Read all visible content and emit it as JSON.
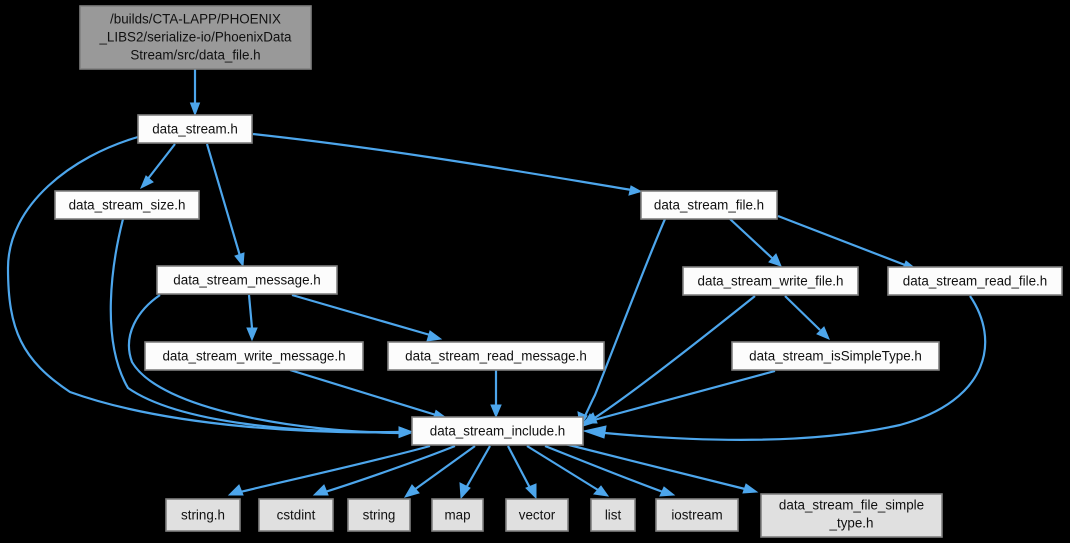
{
  "diagram": {
    "type": "include-dependency-graph",
    "background_color": "#000000",
    "edge_color": "#4da6ec",
    "node_border_color": "#808080",
    "node_fill_default": "#fcfcfc",
    "node_fill_leaf": "#e0e0e0",
    "node_fill_root": "#999999",
    "nodes": {
      "root": {
        "line1": "/builds/CTA-LAPP/PHOENIX",
        "line2": "_LIBS2/serialize-io/PhoenixData",
        "line3": "Stream/src/data_file.h"
      },
      "data_stream": {
        "label": "data_stream.h"
      },
      "data_stream_size": {
        "label": "data_stream_size.h"
      },
      "data_stream_file": {
        "label": "data_stream_file.h"
      },
      "data_stream_message": {
        "label": "data_stream_message.h"
      },
      "data_stream_write_file": {
        "label": "data_stream_write_file.h"
      },
      "data_stream_read_file": {
        "label": "data_stream_read_file.h"
      },
      "data_stream_write_message": {
        "label": "data_stream_write_message.h"
      },
      "data_stream_read_message": {
        "label": "data_stream_read_message.h"
      },
      "data_stream_isSimpleType": {
        "label": "data_stream_isSimpleType.h"
      },
      "data_stream_include": {
        "label": "data_stream_include.h"
      },
      "string_h": {
        "label": "string.h"
      },
      "cstdint": {
        "label": "cstdint"
      },
      "string": {
        "label": "string"
      },
      "map": {
        "label": "map"
      },
      "vector": {
        "label": "vector"
      },
      "list": {
        "label": "list"
      },
      "iostream": {
        "label": "iostream"
      },
      "data_stream_file_simple_type": {
        "line1": "data_stream_file_simple",
        "line2": "_type.h"
      }
    },
    "edges": [
      {
        "from": "root",
        "to": "data_stream"
      },
      {
        "from": "data_stream",
        "to": "data_stream_size"
      },
      {
        "from": "data_stream",
        "to": "data_stream_message"
      },
      {
        "from": "data_stream",
        "to": "data_stream_file"
      },
      {
        "from": "data_stream",
        "to": "data_stream_include"
      },
      {
        "from": "data_stream_size",
        "to": "data_stream_include"
      },
      {
        "from": "data_stream_message",
        "to": "data_stream_write_message"
      },
      {
        "from": "data_stream_message",
        "to": "data_stream_read_message"
      },
      {
        "from": "data_stream_message",
        "to": "data_stream_include"
      },
      {
        "from": "data_stream_write_message",
        "to": "data_stream_include"
      },
      {
        "from": "data_stream_read_message",
        "to": "data_stream_include"
      },
      {
        "from": "data_stream_file",
        "to": "data_stream_write_file"
      },
      {
        "from": "data_stream_file",
        "to": "data_stream_read_file"
      },
      {
        "from": "data_stream_file",
        "to": "data_stream_include"
      },
      {
        "from": "data_stream_write_file",
        "to": "data_stream_isSimpleType"
      },
      {
        "from": "data_stream_write_file",
        "to": "data_stream_include"
      },
      {
        "from": "data_stream_read_file",
        "to": "data_stream_include"
      },
      {
        "from": "data_stream_isSimpleType",
        "to": "data_stream_include"
      },
      {
        "from": "data_stream_include",
        "to": "string_h"
      },
      {
        "from": "data_stream_include",
        "to": "cstdint"
      },
      {
        "from": "data_stream_include",
        "to": "string"
      },
      {
        "from": "data_stream_include",
        "to": "map"
      },
      {
        "from": "data_stream_include",
        "to": "vector"
      },
      {
        "from": "data_stream_include",
        "to": "list"
      },
      {
        "from": "data_stream_include",
        "to": "iostream"
      },
      {
        "from": "data_stream_include",
        "to": "data_stream_file_simple_type"
      }
    ]
  }
}
